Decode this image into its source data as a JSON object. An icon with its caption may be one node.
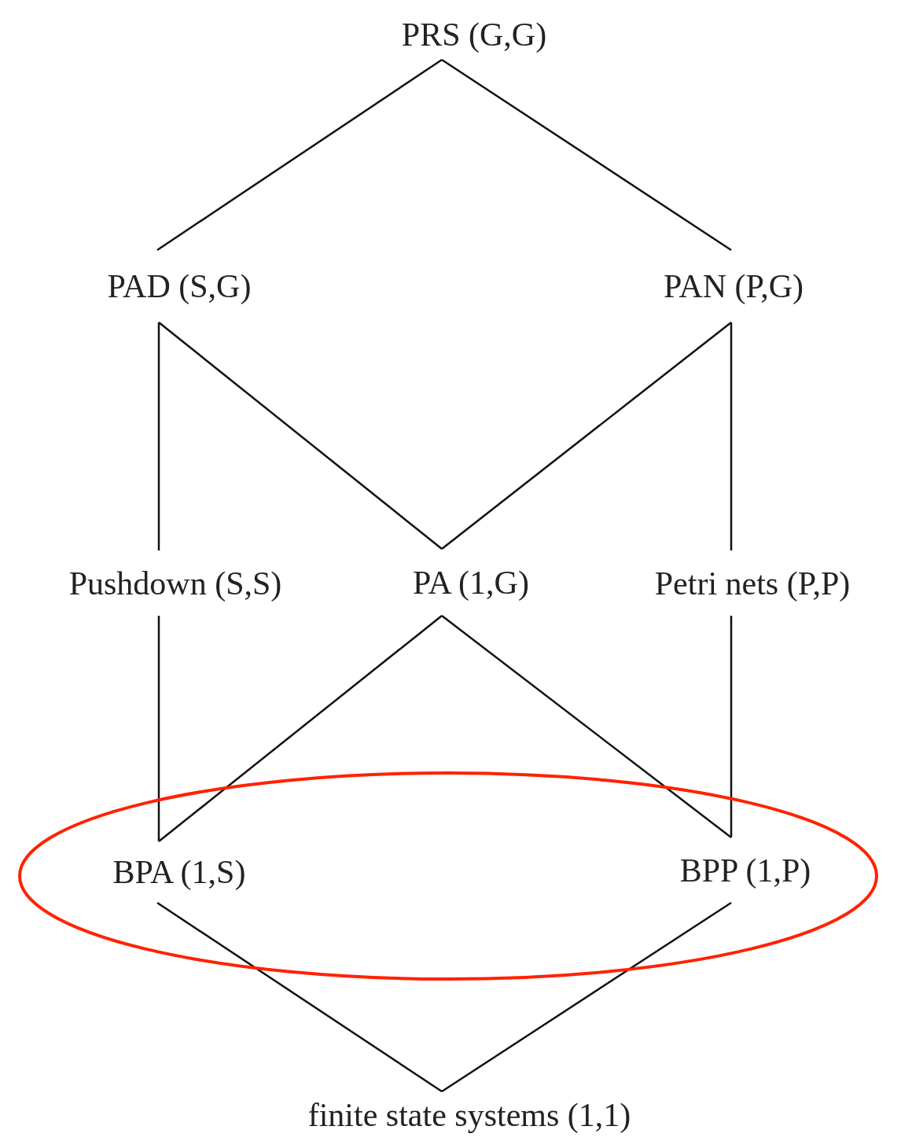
{
  "diagram": {
    "nodes": [
      {
        "text": [
          "PRS (G,G)"
        ]
      },
      {
        "text": [
          "PAD (S,G)"
        ]
      },
      {
        "text": [
          "PAN (P,G)"
        ]
      },
      {
        "text": [
          "Pushdown (S,S)"
        ]
      },
      {
        "text": [
          "PA (1,G)"
        ]
      },
      {
        "text": [
          "Petri nets (P,P)"
        ]
      },
      {
        "text": [],
        "shape": "ellipse"
      },
      {
        "text": [
          "BPA (1,S)"
        ],
        "in": 6
      },
      {
        "text": [
          "BPP (1,P)"
        ],
        "in": 6
      },
      {
        "text": [
          "finite state systems (1,1)"
        ]
      }
    ],
    "edges": [
      {
        "from": 0,
        "to": 1,
        "arrow": "none"
      },
      {
        "from": 0,
        "to": 2,
        "arrow": "none"
      },
      {
        "from": 1,
        "to": 3,
        "arrow": "none"
      },
      {
        "from": 1,
        "to": 4,
        "arrow": "none"
      },
      {
        "from": 2,
        "to": 4,
        "arrow": "none"
      },
      {
        "from": 2,
        "to": 5,
        "arrow": "none"
      },
      {
        "from": 3,
        "to": 7,
        "arrow": "none"
      },
      {
        "from": 4,
        "to": 7,
        "arrow": "none"
      },
      {
        "from": 4,
        "to": 8,
        "arrow": "none"
      },
      {
        "from": 5,
        "to": 8,
        "arrow": "none"
      },
      {
        "from": 7,
        "to": 9,
        "arrow": "none"
      },
      {
        "from": 8,
        "to": 9,
        "arrow": "none"
      }
    ]
  }
}
